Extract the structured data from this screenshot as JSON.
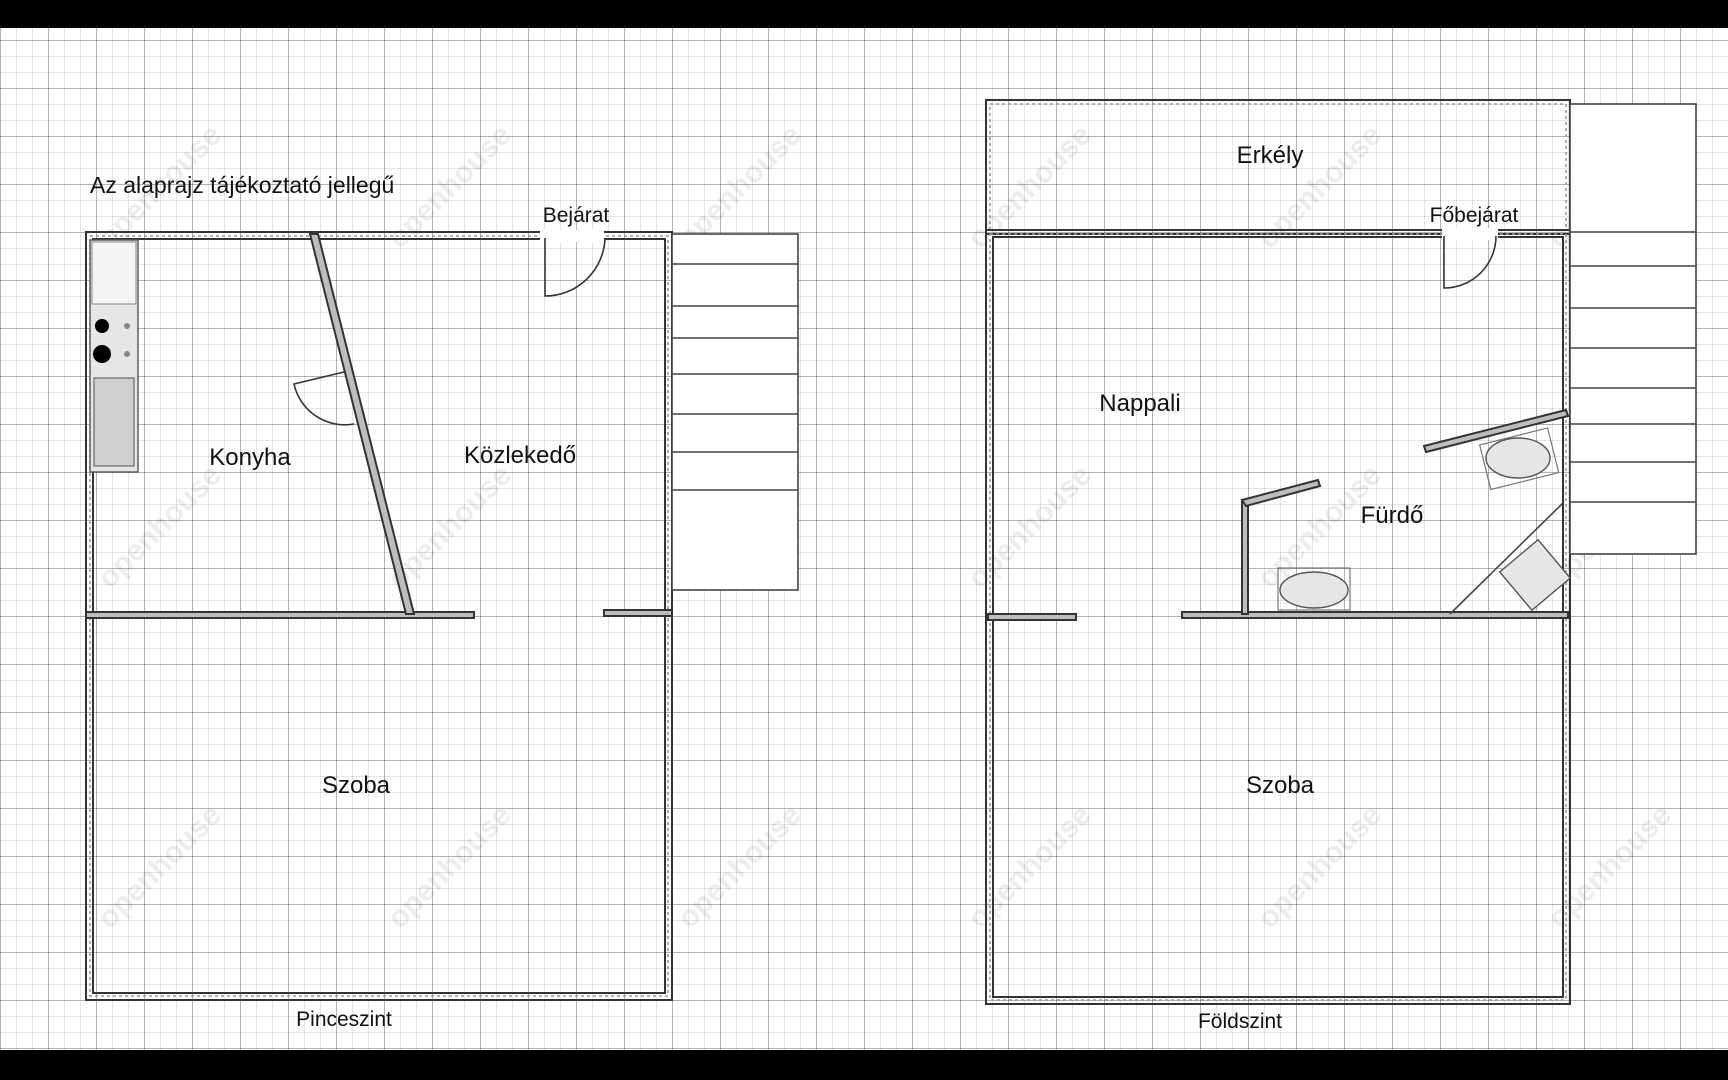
{
  "note": "Az alaprajz tájékoztató jellegű",
  "watermark": "openhouse",
  "plans": [
    {
      "level": "Pinceszint",
      "entrance": "Bejárat",
      "rooms": [
        "Konyha",
        "Közlekedő",
        "Szoba"
      ]
    },
    {
      "level": "Földszint",
      "entrance": "Főbejárat",
      "rooms": [
        "Erkély",
        "Nappali",
        "Fürdő",
        "Szoba"
      ]
    }
  ]
}
